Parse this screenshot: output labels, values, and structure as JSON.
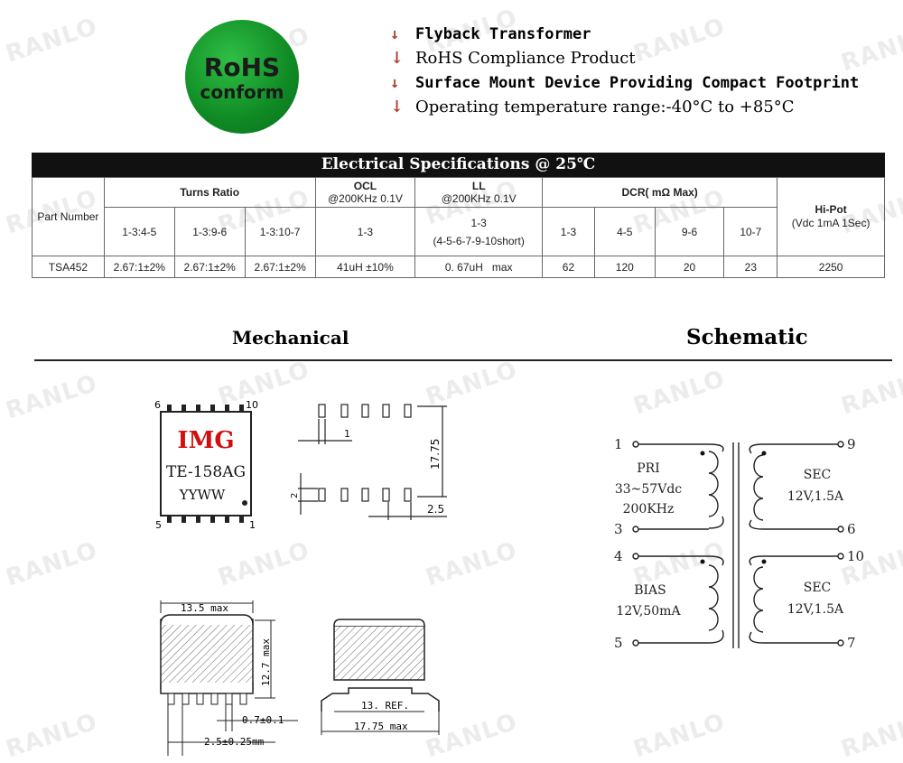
{
  "watermark": "RANLO",
  "logo": {
    "line1": "RoHS",
    "line2": "conform",
    "color": "#1a9a30"
  },
  "features": [
    "Flyback Transformer",
    "RoHS Compliance Product",
    "Surface Mount Device Providing Compact Footprint",
    "Operating temperature range:-40°C to +85°C"
  ],
  "spec": {
    "title": "Electrical Specifications @ 25℃",
    "headers": {
      "part_number": "Part Number",
      "turns_ratio": "Turns Ratio",
      "ocl": "OCL",
      "ocl_cond": "@200KHz 0.1V",
      "ll": "LL",
      "ll_cond": "@200KHz 0.1V",
      "dcr": "DCR( mΩ Max)",
      "hipot": "Hi-Pot",
      "hipot_cond": "(Vdc 1mA 1Sec)"
    },
    "subheaders": {
      "tr1": "1-3:4-5",
      "tr2": "1-3:9-6",
      "tr3": "1-3:10-7",
      "ocl": "1-3",
      "ll_a": "1-3",
      "ll_b": "(4-5-6-7-9-10short)",
      "d1": "1-3",
      "d2": "4-5",
      "d3": "9-6",
      "d4": "10-7"
    },
    "row": {
      "part": "TSA452",
      "tr1": "2.67:1±2%",
      "tr2": "2.67:1±2%",
      "tr3": "2.67:1±2%",
      "ocl": "41uH ±10%",
      "ll": "0. 67uH   max",
      "d1": "62",
      "d2": "120",
      "d3": "20",
      "d4": "23",
      "hipot": "2250"
    }
  },
  "mechanical": {
    "title": "Mechanical",
    "chip": {
      "brand": "IMG",
      "model": "TE-158AG",
      "date": "YYWW",
      "pin6": "6",
      "pin10": "10",
      "pin5": "5",
      "pin1": "1"
    },
    "pad": {
      "d1": "1",
      "d2": "2",
      "d3": "17.75",
      "d4": "2.5"
    },
    "front": {
      "top": "13.5 max",
      "height": "12.7 max",
      "pin": "0.7±0.1",
      "pitch": "2.5±0.25mm"
    },
    "side": {
      "ref": "13. REF.",
      "width": "17.75 max"
    }
  },
  "schematic": {
    "title": "Schematic",
    "pins": {
      "p1": "1",
      "p3": "3",
      "p4": "4",
      "p5": "5",
      "p6": "6",
      "p7": "7",
      "p9": "9",
      "p10": "10"
    },
    "pri": [
      "PRI",
      "33~57Vdc",
      "200KHz"
    ],
    "sec1": [
      "SEC",
      "12V,1.5A"
    ],
    "bias": [
      "BIAS",
      "12V,50mA"
    ],
    "sec2": [
      "SEC",
      "12V,1.5A"
    ]
  }
}
